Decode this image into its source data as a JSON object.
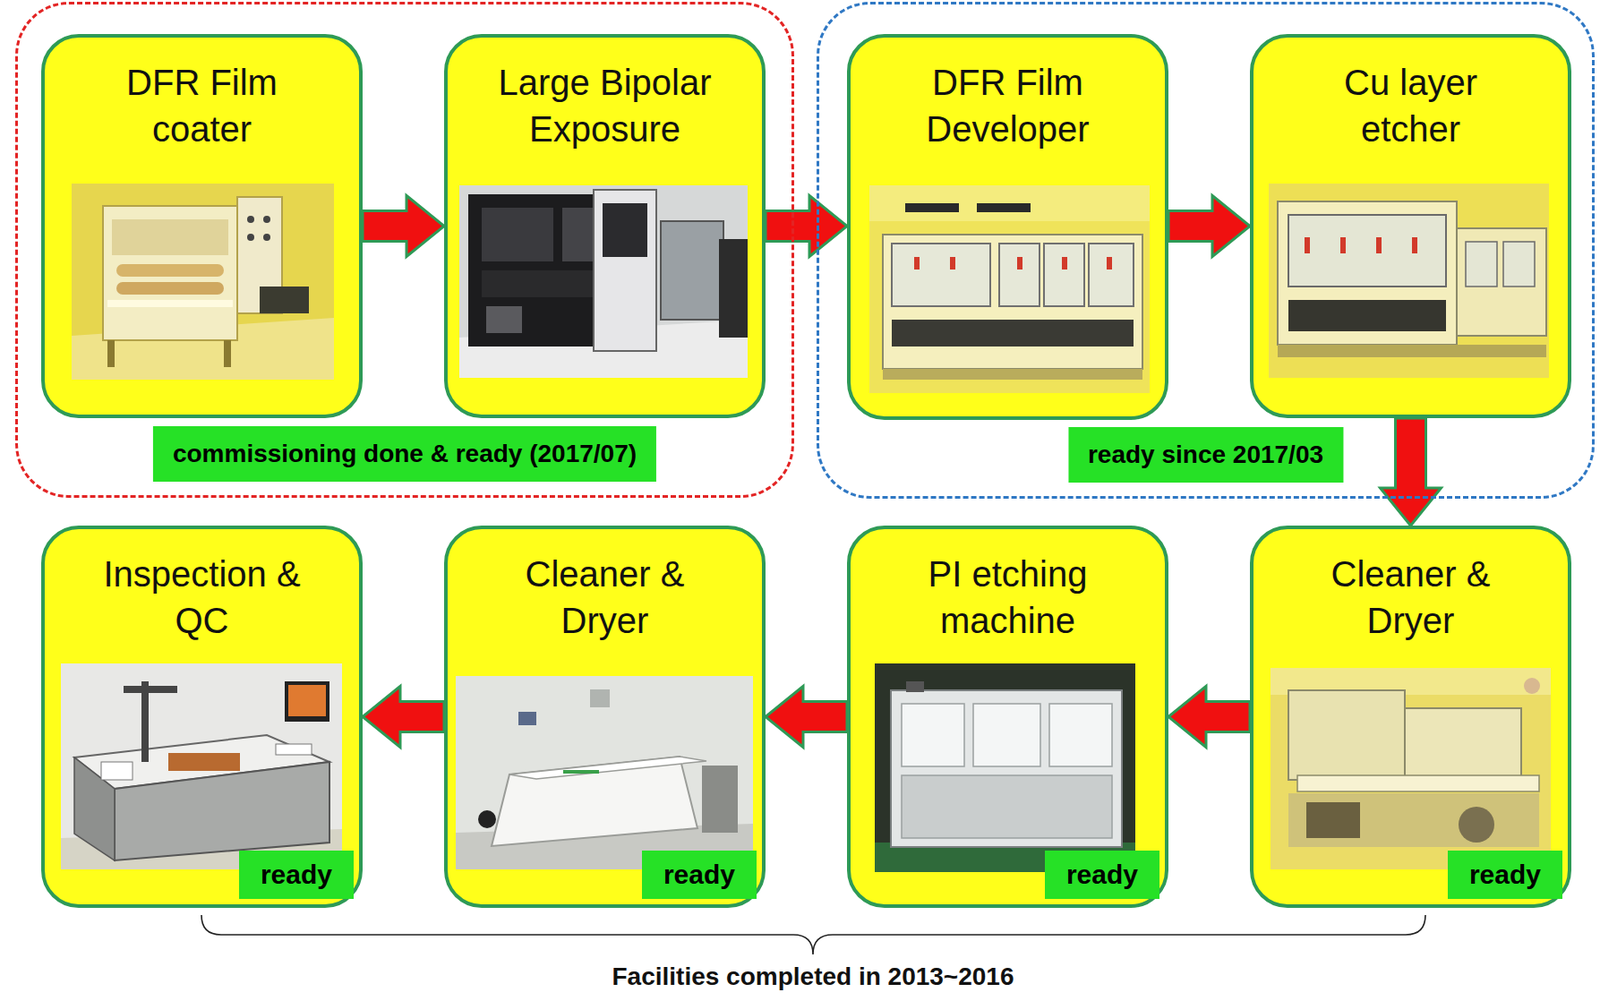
{
  "diagram": {
    "nodes": [
      {
        "text": [
          "commissioning done & ready (2017/07)"
        ]
      },
      {
        "text": [
          "DFR Film coater"
        ],
        "in": 0
      },
      {
        "text": [
          "Large Bipolar Exposure"
        ],
        "in": 0
      },
      {
        "text": [
          "ready since 2017/03"
        ]
      },
      {
        "text": [
          "DFR Film Developer"
        ],
        "in": 3
      },
      {
        "text": [
          "Cu layer etcher"
        ],
        "in": 3
      },
      {
        "text": [
          "Cleaner & Dryer",
          "ready"
        ]
      },
      {
        "text": [
          "PI etching machine",
          "ready"
        ]
      },
      {
        "text": [
          "Cleaner & Dryer",
          "ready"
        ]
      },
      {
        "text": [
          "Inspection & QC",
          "ready"
        ]
      }
    ],
    "edges": [
      {
        "from": 1,
        "to": 2,
        "arrow": "to"
      },
      {
        "from": 2,
        "to": 4,
        "arrow": "to"
      },
      {
        "from": 4,
        "to": 5,
        "arrow": "to"
      },
      {
        "from": 5,
        "to": 6,
        "arrow": "to"
      },
      {
        "from": 6,
        "to": 7,
        "arrow": "to"
      },
      {
        "from": 7,
        "to": 8,
        "arrow": "to"
      },
      {
        "from": 8,
        "to": 9,
        "arrow": "to"
      }
    ],
    "labels": [
      "Facilities completed in 2013~2016"
    ]
  }
}
